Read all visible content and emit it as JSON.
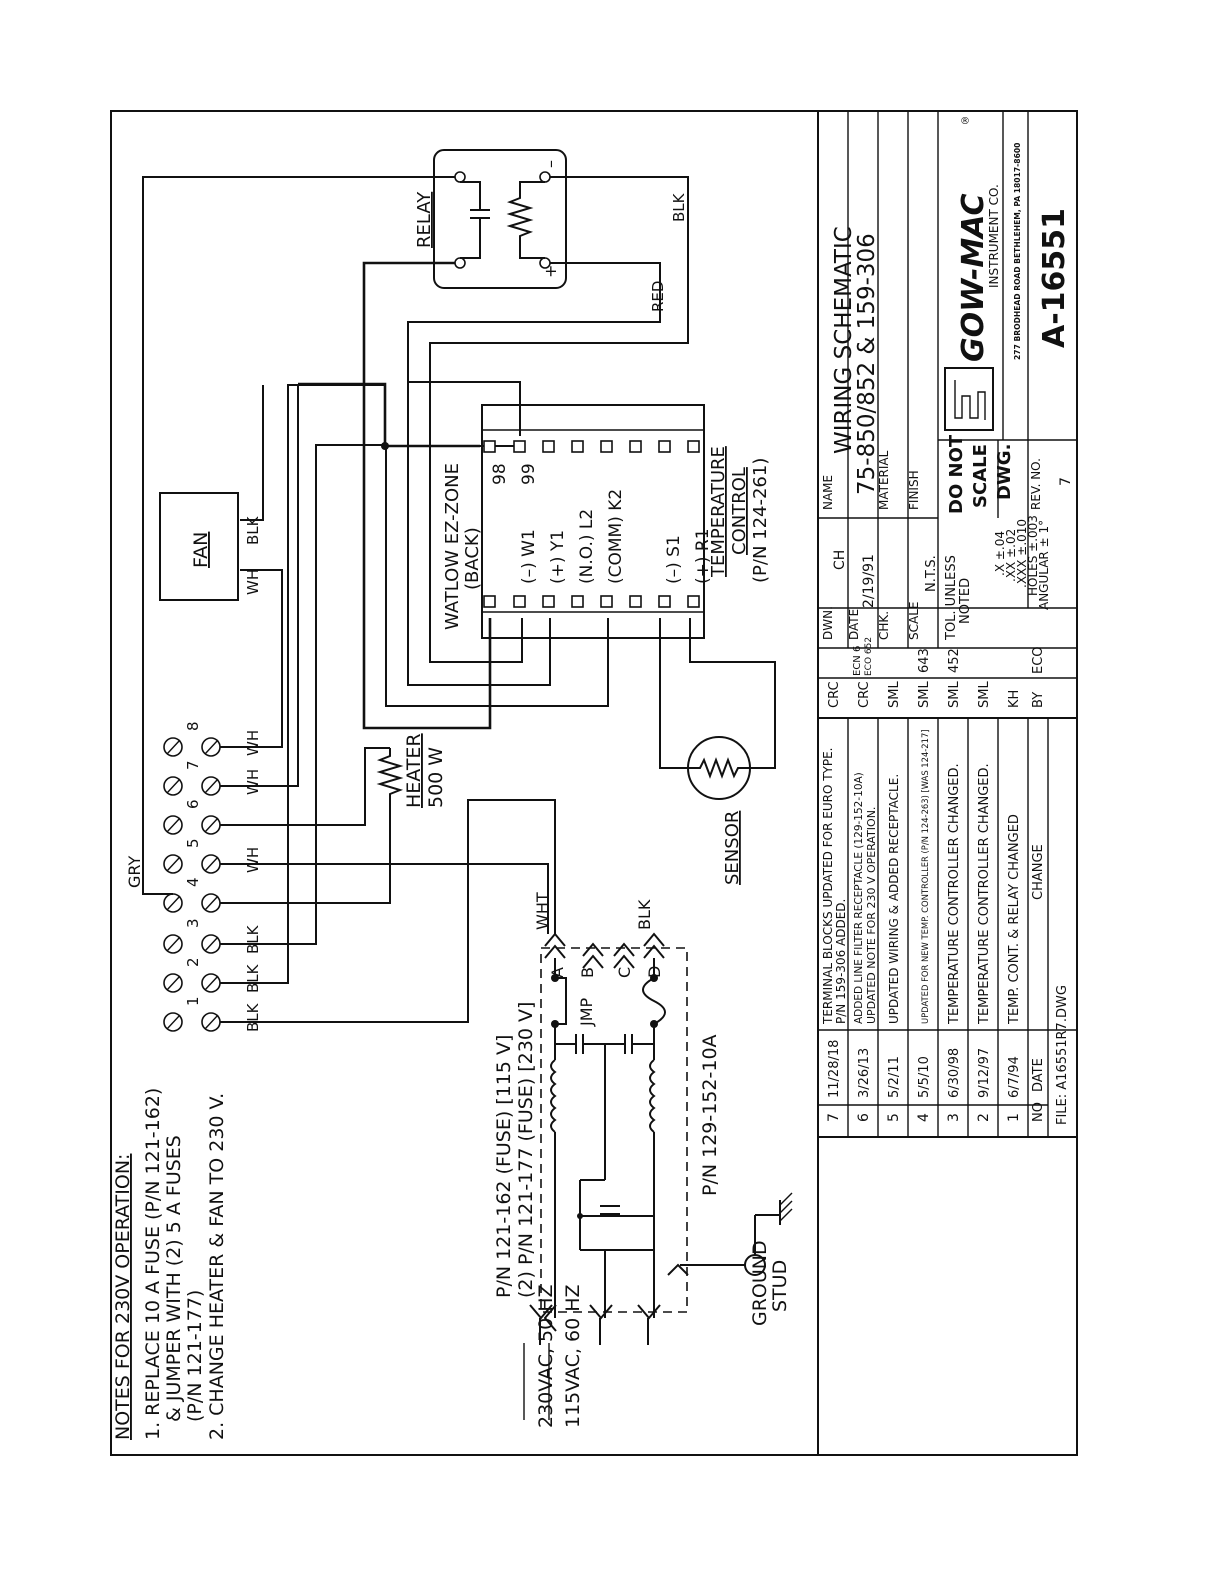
{
  "notes": {
    "title": "NOTES FOR 230V OPERATION:",
    "lines": [
      "1.  REPLACE 10 A FUSE (P/N 121-162)",
      "& JUMPER WITH (2) 5 A FUSES",
      "(P/N 121-177)",
      "2.  CHANGE HEATER & FAN TO 230 V."
    ]
  },
  "supply": {
    "line1": "230VAC, 50 HZ",
    "line2": "115VAC, 60 HZ"
  },
  "ground": {
    "label1": "GROUND",
    "label2": "STUD"
  },
  "filter": {
    "label1": "P/N 121-162 (FUSE) [115 V]",
    "label2": "(2) P/N 121-177 (FUSE) [230 V]",
    "pn": "P/N 129-152-10A",
    "pins": [
      "A",
      "B",
      "C",
      "D"
    ],
    "jmp": "JMP",
    "wht": "WHT",
    "blk": "BLK"
  },
  "terminals": {
    "numbers": [
      "1",
      "2",
      "3",
      "4",
      "5",
      "6",
      "7",
      "8"
    ],
    "gry": "GRY",
    "wires": [
      "BLK",
      "BLK",
      "BLK",
      "WH",
      "WH",
      "WH"
    ]
  },
  "heater": {
    "label": "HEATER",
    "watts": "500 W"
  },
  "fan": {
    "label": "FAN",
    "wh": "WH",
    "blk": "BLK"
  },
  "relay": {
    "label": "RELAY",
    "minus": "–",
    "plus": "+",
    "red": "RED",
    "blk": "BLK"
  },
  "controller": {
    "model1": "WATLOW EZ-ZONE",
    "model2": "(BACK)",
    "left_pins": [
      "(–) W1",
      "(+) Y1",
      "(N.O.) L2",
      "(COMM) K2",
      "(–) S1",
      "(+) R1"
    ],
    "right_pins": [
      "98",
      "99"
    ],
    "label1": "TEMPERATURE",
    "label2": "CONTROL",
    "pn": "(P/N 124-261)"
  },
  "sensor": {
    "label": "SENSOR"
  },
  "title_block": {
    "revisions": [
      {
        "no": "7",
        "date": "11/28/18",
        "change": "TERMINAL BLOCKS UPDATED FOR EURO TYPE.",
        "change2": "P/N 159-306 ADDED.",
        "by": "CRC",
        "eco": ""
      },
      {
        "no": "6",
        "date": "3/26/13",
        "change": "ADDED LINE FILTER RECEPTACLE (129-152-10A)",
        "change2": "UPDATED NOTE FOR 230 V OPERATION.",
        "by": "CRC",
        "eco": "ECN 6",
        "eco2": "ECO 652"
      },
      {
        "no": "5",
        "date": "5/2/11",
        "change": "UPDATED WIRING & ADDED RECEPTACLE.",
        "change2": "",
        "by": "SML",
        "eco": ""
      },
      {
        "no": "4",
        "date": "5/5/10",
        "change": "UPDATED FOR NEW TEMP. CONTROLLER (P/N 124-263) [WAS 124-217]",
        "change2": "",
        "by": "SML",
        "eco": "643"
      },
      {
        "no": "3",
        "date": "6/30/98",
        "change": "TEMPERATURE CONTROLLER CHANGED.",
        "change2": "",
        "by": "SML",
        "eco": "452"
      },
      {
        "no": "2",
        "date": "9/12/97",
        "change": "TEMPERATURE CONTROLLER CHANGED.",
        "change2": "",
        "by": "SML",
        "eco": ""
      },
      {
        "no": "1",
        "date": "6/7/94",
        "change": "TEMP. CONT. & RELAY CHANGED",
        "change2": "",
        "by": "KH",
        "eco": ""
      }
    ],
    "header": {
      "no": "NO",
      "date": "DATE",
      "change": "CHANGE",
      "by": "BY",
      "eco": "ECO"
    },
    "file": "FILE: A16551R7.DWG",
    "dwn_label": "DWN.",
    "dwn": "CH",
    "date_label": "DATE",
    "date": "2/19/91",
    "chk_label": "CHK.",
    "scale_label": "SCALE",
    "scale": "N.T.S.",
    "tol1": "TOL. UNLESS",
    "tol2": "NOTED",
    "tol_x": ".X ±.04",
    "tol_xx": ".XX ±.02",
    "tol_xxx": ".XXX ±.010",
    "tol_holes": "HOLES ±.003",
    "tol_ang": "ANGULAR ± 1°",
    "name_label": "NAME",
    "title1": "WIRING SCHEMATIC",
    "title2": "75-850/852 & 159-306",
    "material_label": "MATERIAL",
    "finish_label": "FINISH",
    "dnot1": "DO NOT",
    "dnot2": "SCALE",
    "dnot3": "DWG.",
    "rev_label": "REV. NO.",
    "rev": "7",
    "company": "GOW-MAC",
    "company2": "INSTRUMENT CO.",
    "address": "277 BRODHEAD ROAD BETHLEHEM, PA 18017-8600",
    "dwg_no": "A-16551"
  }
}
